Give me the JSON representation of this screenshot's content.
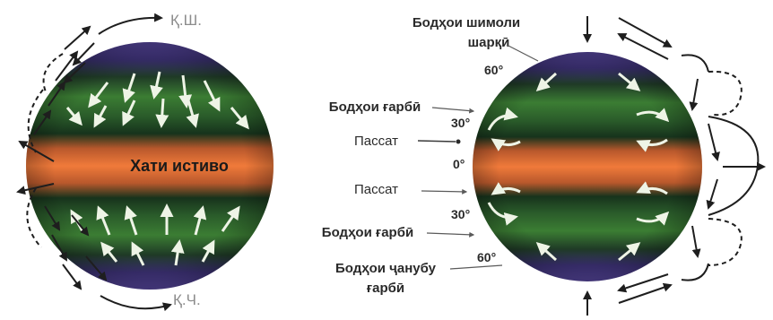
{
  "left_globe": {
    "north_pole": "Қ.Ш.",
    "south_pole": "Қ.Ч.",
    "equator": "Хати истиво"
  },
  "right_globe": {
    "northeast_wind_line1": "Бодҳои шимоли",
    "northeast_wind_line2": "шарқӣ",
    "deg60_north": "60°",
    "westerlies_north": "Бодҳои ғарбӣ",
    "deg30_north": "30°",
    "trade_north": "Пассат",
    "deg0": "0°",
    "trade_south": "Пассат",
    "deg30_south": "30°",
    "westerlies_south": "Бодҳои ғарбӣ",
    "deg60_south": "60°",
    "southwest_wind_line1": "Бодҳои ҷанубу",
    "southwest_wind_line2": "ғарбӣ"
  },
  "colors": {
    "polar": "#4b3c8c",
    "temperate": "#2f6a2a",
    "equatorial": "#e0632c",
    "arrow_on_globe": "#eef4e6",
    "arrow_outside": "#1e1e1e"
  }
}
